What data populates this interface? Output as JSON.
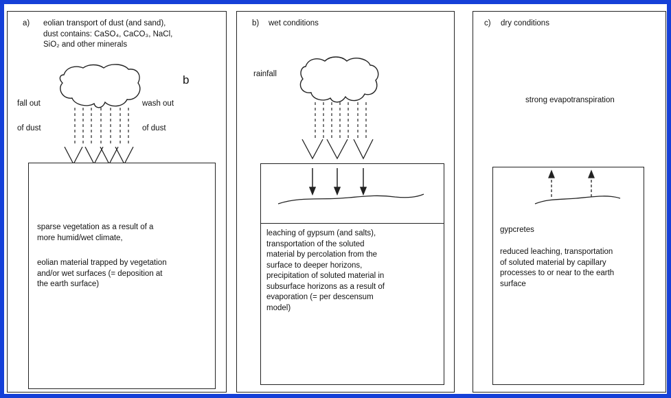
{
  "panels": {
    "a": {
      "label": "a)",
      "header": "eolian transport of dust (and sand),\ndust contains: CaSO₄, CaCO₃, NaCl,\nSiO₂ and other minerals",
      "side_letter": "b",
      "left_label_1": "fall out",
      "left_label_2": "of dust",
      "right_label_1": "wash out",
      "right_label_2": "of dust",
      "box_text_1": "sparse vegetation as a result of a\nmore humid/wet climate,",
      "box_text_2": "eolian material trapped by vegetation\nand/or wet surfaces (= deposition at\nthe earth surface)"
    },
    "b": {
      "label": "b)",
      "title": "wet conditions",
      "rainfall": "rainfall",
      "lower_text": "leaching of gypsum (and salts),\ntransportation of the soluted\nmaterial by percolation from the\nsurface to deeper horizons,\nprecipitation of soluted material  in\nsubsurface horizons as a result of\nevaporation (= per descensum\nmodel)"
    },
    "c": {
      "label": "c)",
      "title": "dry conditions",
      "evapo": "strong evapotranspiration",
      "gypcretes": "gypcretes",
      "box_text": "reduced leaching, transportation\nof soluted material by capillary\nprocesses  to or near to the earth\nsurface"
    }
  },
  "colors": {
    "border": "#1540d8",
    "line": "#222222"
  }
}
